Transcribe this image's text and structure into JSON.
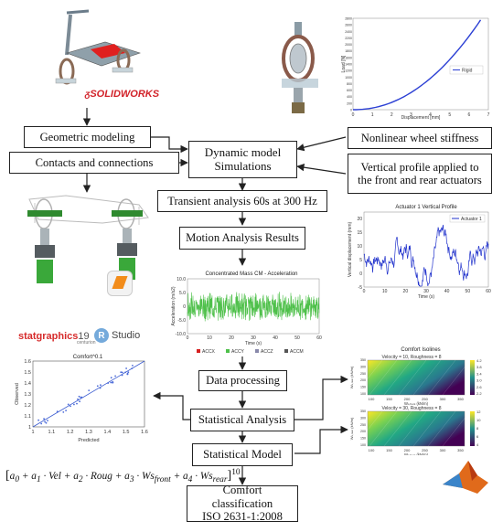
{
  "boxes": {
    "geometric": "Geometric modeling",
    "contacts": "Contacts and connections",
    "dynamic_line1": "Dynamic model",
    "dynamic_line2": "Simulations",
    "nonlinear": "Nonlinear wheel stiffness",
    "vertical_line1": "Vertical profile applied to",
    "vertical_line2": "the front and rear actuators",
    "transient": "Transient analysis 60s at 300 Hz",
    "motion": "Motion Analysis Results",
    "data_processing": "Data processing",
    "statistical_analysis": "Statistical Analysis",
    "statistical_model": "Statistical Model",
    "comfort_line1": "Comfort classification",
    "comfort_line2": "ISO 2631-1:2008"
  },
  "formula": {
    "open": "[",
    "a0": "a",
    "s0": "0",
    "t1": " + a",
    "s1": "1",
    "t1b": " · Vel + a",
    "s2": "2",
    "t2b": " · Roug + a",
    "s3": "3",
    "t3b": " · Ws",
    "s3b": "front",
    "t4": " + a",
    "s4": "4",
    "t4b": " · Ws",
    "s4b": "rear",
    "close": "]",
    "exp": "10"
  },
  "logos": {
    "solidworks": "SOLIDWORKS",
    "statgraphics": "statgraphics",
    "statgraphics_version": "19",
    "statgraphics_sub": "centurion",
    "rstudio_letter": "R",
    "rstudio_word": "Studio"
  },
  "stiffness_chart": {
    "xlabel": "Displacement [mm]",
    "ylabel": "Load [N]",
    "legend": "Rigid",
    "xticks": [
      "0",
      "1",
      "2",
      "3",
      "4",
      "5",
      "6",
      "7"
    ],
    "yticks": [
      "0",
      "200",
      "400",
      "600",
      "800",
      "1000",
      "1200",
      "1400",
      "1600",
      "1800",
      "2000",
      "2200",
      "2400",
      "2600",
      "2800"
    ]
  },
  "profile_chart": {
    "title": "Actuator 1 Vertical Profile",
    "xlabel": "Time (s)",
    "ylabel": "Vertical displacement (mm)",
    "legend": "Actuator 1",
    "xticks": [
      "0",
      "10",
      "20",
      "30",
      "40",
      "50",
      "60"
    ],
    "yticks": [
      "-5",
      "0",
      "5",
      "10",
      "15",
      "20"
    ]
  },
  "accel_chart": {
    "title": "Concentrated Mass CM - Acceleration",
    "xlabel": "Time (s)",
    "ylabel": "Acceleration (m/s2)",
    "xticks": [
      "0",
      "10",
      "20",
      "30",
      "40",
      "50",
      "60"
    ],
    "yticks": [
      "-10.0",
      "-5.0",
      "0",
      "5.0",
      "10.0"
    ],
    "legend": [
      "ACCX",
      "ACCY",
      "ACCZ",
      "ACCM"
    ]
  },
  "scatter_chart": {
    "title": "Comfort^0.1",
    "xlabel": "Predicted",
    "ylabel": "Observed",
    "xticks": [
      "1",
      "1.1",
      "1.2",
      "1.3",
      "1.4",
      "1.5",
      "1.6"
    ],
    "yticks": [
      "1",
      "1.1",
      "1.2",
      "1.3",
      "1.4",
      "1.5",
      "1.6"
    ]
  },
  "isolines": {
    "title": "Comfort Isolines",
    "panels": [
      {
        "subtitle": "Velocity = 10, Roughness = 8",
        "cbar": [
          "4.2",
          "3.8",
          "3.4",
          "3.0",
          "2.6",
          "2.2"
        ]
      },
      {
        "subtitle": "Velocity = 30, Roughness = 8",
        "cbar": [
          "12",
          "10",
          "8",
          "6",
          "4"
        ]
      }
    ],
    "xlabel": "W",
    "xlabel_sub": "s,front",
    "xlabel_unit": " (kN/m)",
    "ylabel": "W",
    "ylabel_sub": "s,rear",
    "ylabel_unit": " (kN/m)",
    "xticks": [
      "100",
      "150",
      "200",
      "250",
      "300",
      "350"
    ],
    "yticks": [
      "100",
      "150",
      "200",
      "250",
      "300",
      "350"
    ]
  }
}
